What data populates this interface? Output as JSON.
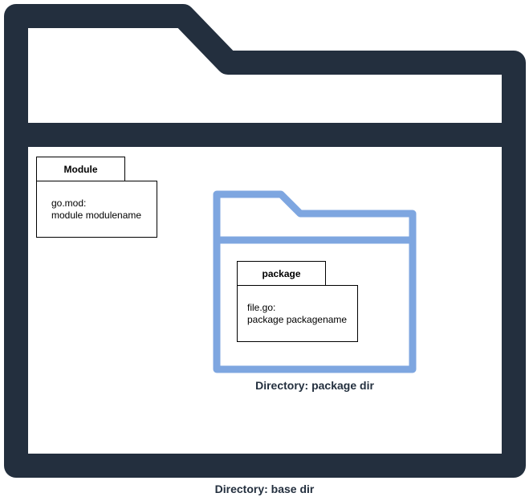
{
  "colors": {
    "base_folder": "#232f3e",
    "package_folder": "#7ea6e0",
    "text": "#000000",
    "caption": "#232f3e"
  },
  "base_dir": {
    "caption": "Directory: base dir",
    "icon": "folder-icon"
  },
  "module": {
    "tab_label": "Module",
    "lines": [
      "go.mod:",
      "module modulename"
    ]
  },
  "package_dir": {
    "caption": "Directory: package dir",
    "icon": "folder-icon"
  },
  "package": {
    "tab_label": "package",
    "lines": [
      "file.go:",
      "package packagename"
    ]
  }
}
